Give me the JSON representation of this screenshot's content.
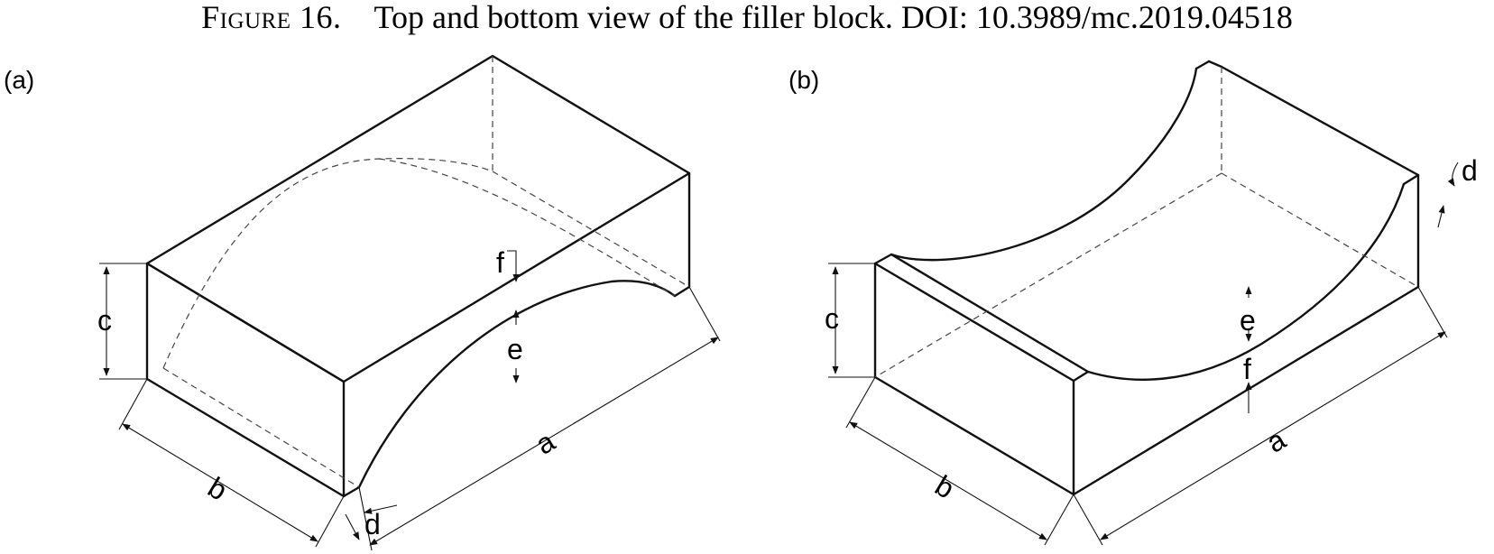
{
  "caption": {
    "figure_label": "Figure 16.",
    "text": "Top and bottom view of the filler block. DOI: 10.3989/mc.2019.04518"
  },
  "panel_a": {
    "label": "(a)",
    "dims": {
      "a": "a",
      "b": "b",
      "c": "c",
      "d": "d",
      "e": "e",
      "f": "f"
    }
  },
  "panel_b": {
    "label": "(b)",
    "dims": {
      "a": "a",
      "b": "b",
      "c": "c",
      "d": "d",
      "e": "e",
      "f": "f"
    }
  }
}
